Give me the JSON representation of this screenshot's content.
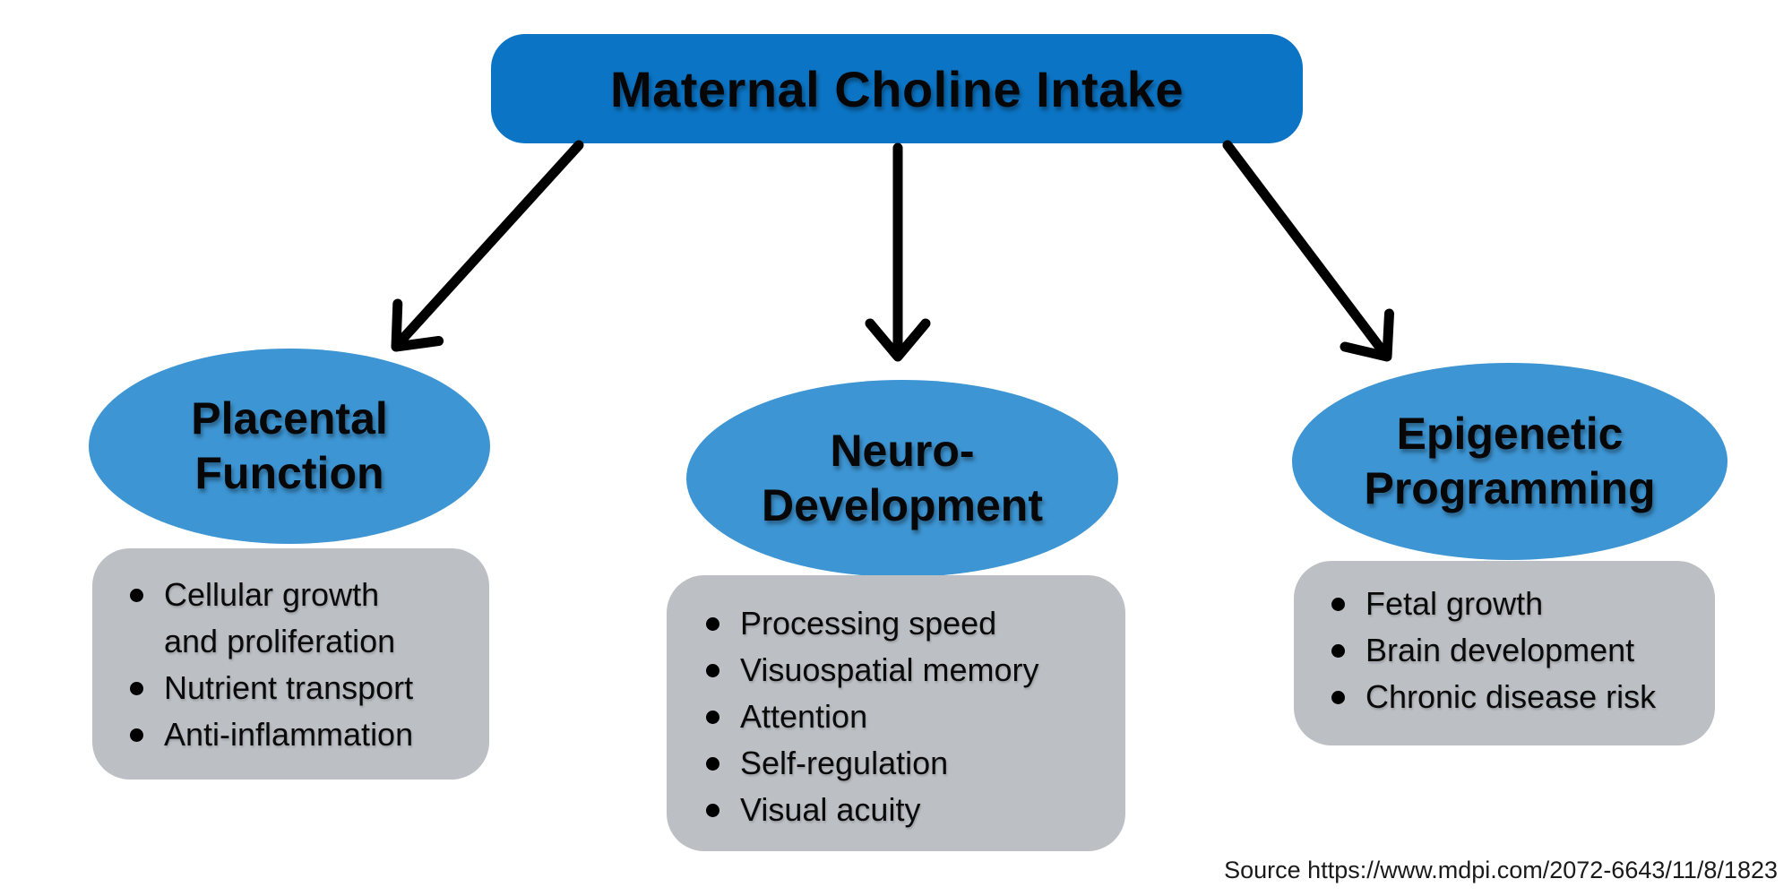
{
  "title": "Maternal Choline Intake",
  "colors": {
    "header_blue": "#0c74c4",
    "ellipse_blue": "#3d95d3",
    "box_gray": "#bcc0c5",
    "arrow_black": "#000000"
  },
  "columns": [
    {
      "heading_line1": "Placental",
      "heading_line2": "Function",
      "items": [
        "Cellular growth\nand proliferation",
        "Nutrient transport",
        "Anti-inflammation"
      ]
    },
    {
      "heading_line1": "Neuro-",
      "heading_line2": "Development",
      "items": [
        "Processing speed",
        "Visuospatial memory",
        "Attention",
        "Self-regulation",
        "Visual acuity"
      ]
    },
    {
      "heading_line1": "Epigenetic",
      "heading_line2": "Programming",
      "items": [
        "Fetal growth",
        "Brain development",
        "Chronic disease risk"
      ]
    }
  ],
  "source": "Source https://www.mdpi.com/2072-6643/11/8/1823"
}
